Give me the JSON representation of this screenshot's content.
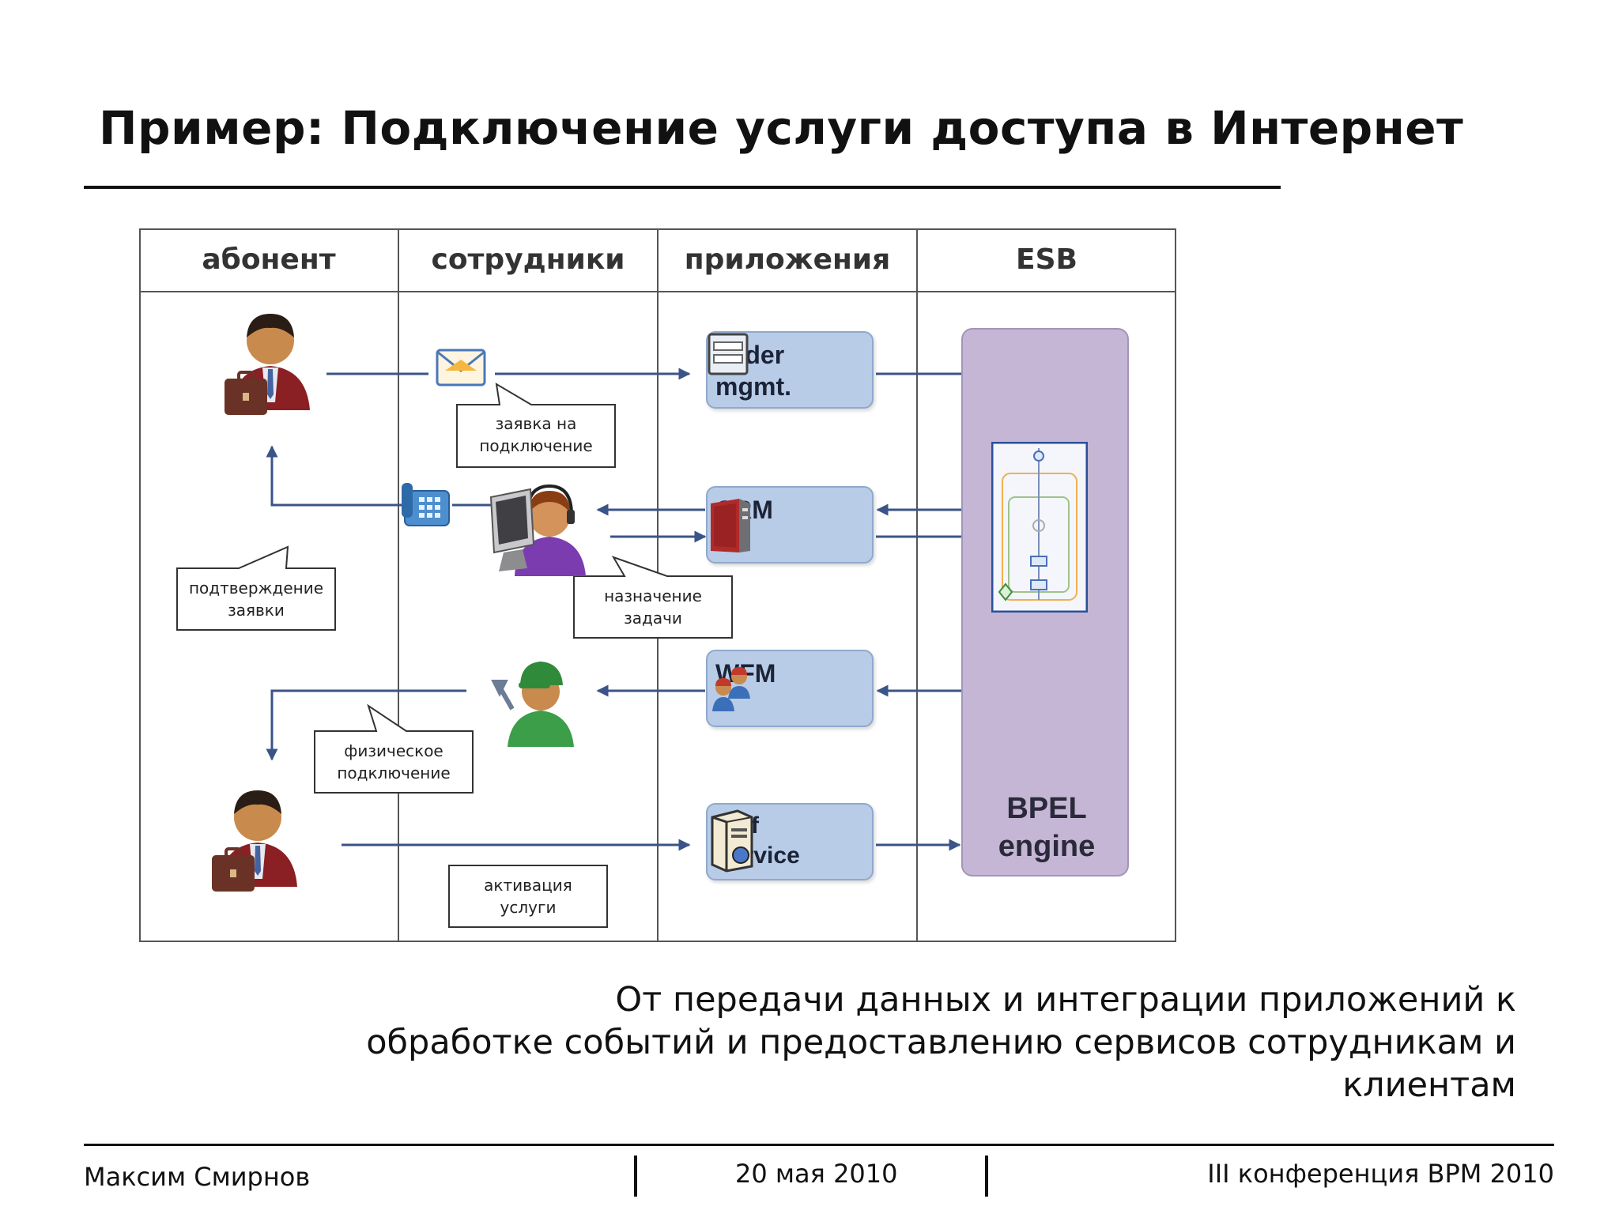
{
  "slide": {
    "title": "Пример: Подключение услуги доступа в Интернет",
    "caption": "От передачи данных и интеграции приложений к\nобработке событий и предоставлению сервисов сотрудникам и\nклиентам"
  },
  "diagram": {
    "lanes": [
      "абонент",
      "сотрудники",
      "приложения",
      "ESB"
    ],
    "apps": {
      "order": "Order\nmgmt.",
      "crm": "CRM",
      "wfm": "WFM",
      "self": "Self\nService"
    },
    "bpel": "BPEL\nengine",
    "callouts": {
      "request": "заявка на\nподключение",
      "confirm": "подтверждение\nзаявки",
      "assign": "назначение\nзадачи",
      "physical": "физическое\nподключение",
      "activation": "активация\nуслуги"
    },
    "icons": [
      "person-briefcase-icon",
      "envelope-icon",
      "telephone-icon",
      "operator-headset-icon",
      "technician-icon",
      "server-icon",
      "form-icon",
      "team-icon",
      "computer-icon",
      "process-thumbnail-icon"
    ],
    "colors": {
      "arrow": "#3b5488",
      "app_box": "#b8cce8",
      "bpel_box": "#c4b6d4"
    }
  },
  "footer": {
    "author": "Максим Смирнов",
    "date": "20 мая 2010",
    "event": "III конференция BPM 2010"
  }
}
